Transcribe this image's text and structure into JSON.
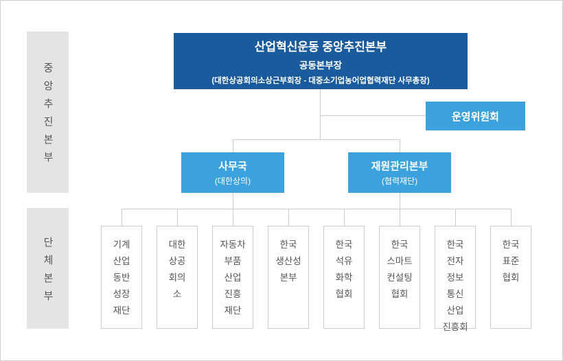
{
  "palette": {
    "headquarters_blue": "#1a5b9e",
    "division_blue": "#3ca2dd",
    "panel_gray": "#e4e4e4",
    "line_gray": "#cccccc",
    "text_gray": "#555555"
  },
  "sidebar": {
    "sections": [
      {
        "label": "중앙추진본부"
      },
      {
        "label": "단체본부"
      }
    ]
  },
  "headquarters": {
    "title": "산업혁신운동 중앙추진본부",
    "subtitle": "공동본부장",
    "detail": "(대한상공회의소상근부회장 - 대중소기업농어업협력재단 사무총장)"
  },
  "steering_committee": {
    "label": "운영위원회"
  },
  "divisions": [
    {
      "name": "사무국",
      "org": "(대한상의)"
    },
    {
      "name": "재원관리본부",
      "org": "(협력재단)"
    }
  ],
  "member_orgs": [
    {
      "label": "기계\n산업\n동반\n성장\n재단"
    },
    {
      "label": "대한\n상공\n회의\n소"
    },
    {
      "label": "자동차\n부품\n산업\n진흥\n재단"
    },
    {
      "label": "한국\n생산성\n본부"
    },
    {
      "label": "한국\n석유\n화학\n협회"
    },
    {
      "label": "한국\n스마트\n컨설팅\n협회"
    },
    {
      "label": "한국\n전자\n정보\n통신\n산업\n진흥회"
    },
    {
      "label": "한국\n표준\n협회"
    }
  ]
}
